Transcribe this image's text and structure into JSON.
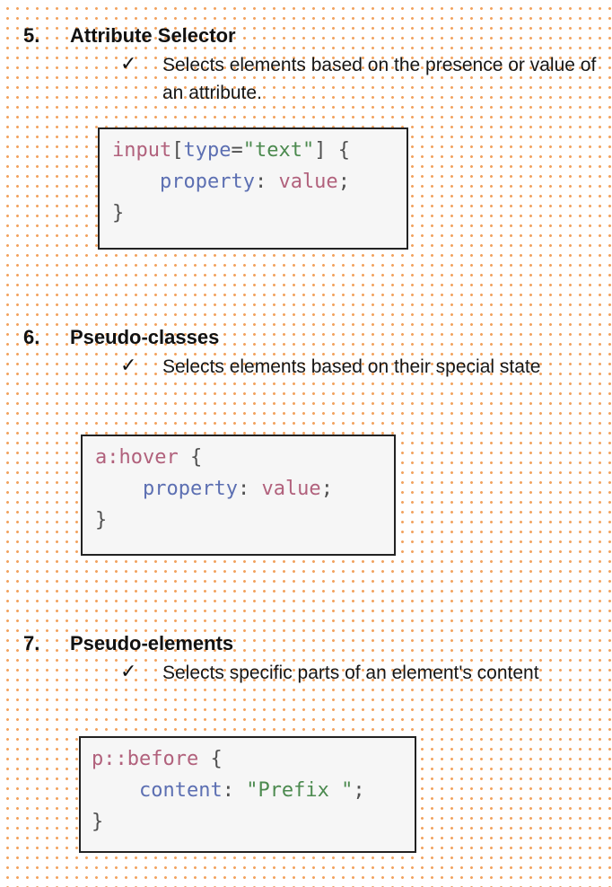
{
  "sections": [
    {
      "number": "5.",
      "title": "Attribute Selector",
      "check": "✓",
      "description": "Selects elements based on the presence or value of an attribute.",
      "code": {
        "selector": "input",
        "open_bracket": "[",
        "attr_name": "type",
        "equals": "=",
        "attr_value": "\"text\"",
        "close_bracket": "]",
        "open_brace": " {",
        "property": "property",
        "colon": ":",
        "value": " value",
        "semicolon": ";",
        "close_brace": "}"
      }
    },
    {
      "number": "6.",
      "title": "Pseudo-classes",
      "check": "✓",
      "description": "Selects elements based on their special state",
      "code": {
        "selector": "a:hover",
        "open_brace": " {",
        "property": "property",
        "colon": ":",
        "value": " value",
        "semicolon": ";",
        "close_brace": "}"
      }
    },
    {
      "number": "7.",
      "title": "Pseudo-elements",
      "check": "✓",
      "description": "Selects specific parts of an element's content",
      "code": {
        "selector": "p::before",
        "open_brace": " {",
        "property": "content",
        "colon": ":",
        "value": " \"Prefix \"",
        "semicolon": ";",
        "close_brace": "}"
      }
    }
  ]
}
